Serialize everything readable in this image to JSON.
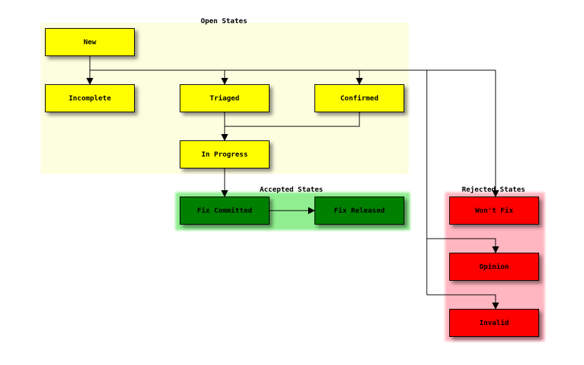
{
  "groups": {
    "open": {
      "label": "Open States"
    },
    "accepted": {
      "label": "Accepted States"
    },
    "rejected": {
      "label": "Rejected States"
    }
  },
  "nodes": {
    "new": "New",
    "incomplete": "Incomplete",
    "triaged": "Triaged",
    "confirmed": "Confirmed",
    "in_progress": "In Progress",
    "fix_committed": "Fix Committed",
    "fix_released": "Fix Released",
    "wont_fix": "Won't Fix",
    "opinion": "Opinion",
    "invalid": "Invalid"
  },
  "colors": {
    "open_fill": "#ffff00",
    "accepted_fill": "#008000",
    "rejected_fill": "#ff0000",
    "open_region": "#fdfde0",
    "accepted_region": "#90ee90",
    "rejected_region": "#ffb6c1"
  },
  "edges": [
    {
      "from": "new",
      "to": "incomplete"
    },
    {
      "from": "new",
      "to": "triaged"
    },
    {
      "from": "new",
      "to": "confirmed"
    },
    {
      "from": "new",
      "to": "wont_fix"
    },
    {
      "from": "new",
      "to": "opinion"
    },
    {
      "from": "new",
      "to": "invalid"
    },
    {
      "from": "triaged",
      "to": "in_progress"
    },
    {
      "from": "confirmed",
      "to": "in_progress"
    },
    {
      "from": "in_progress",
      "to": "fix_committed"
    },
    {
      "from": "fix_committed",
      "to": "fix_released"
    }
  ]
}
